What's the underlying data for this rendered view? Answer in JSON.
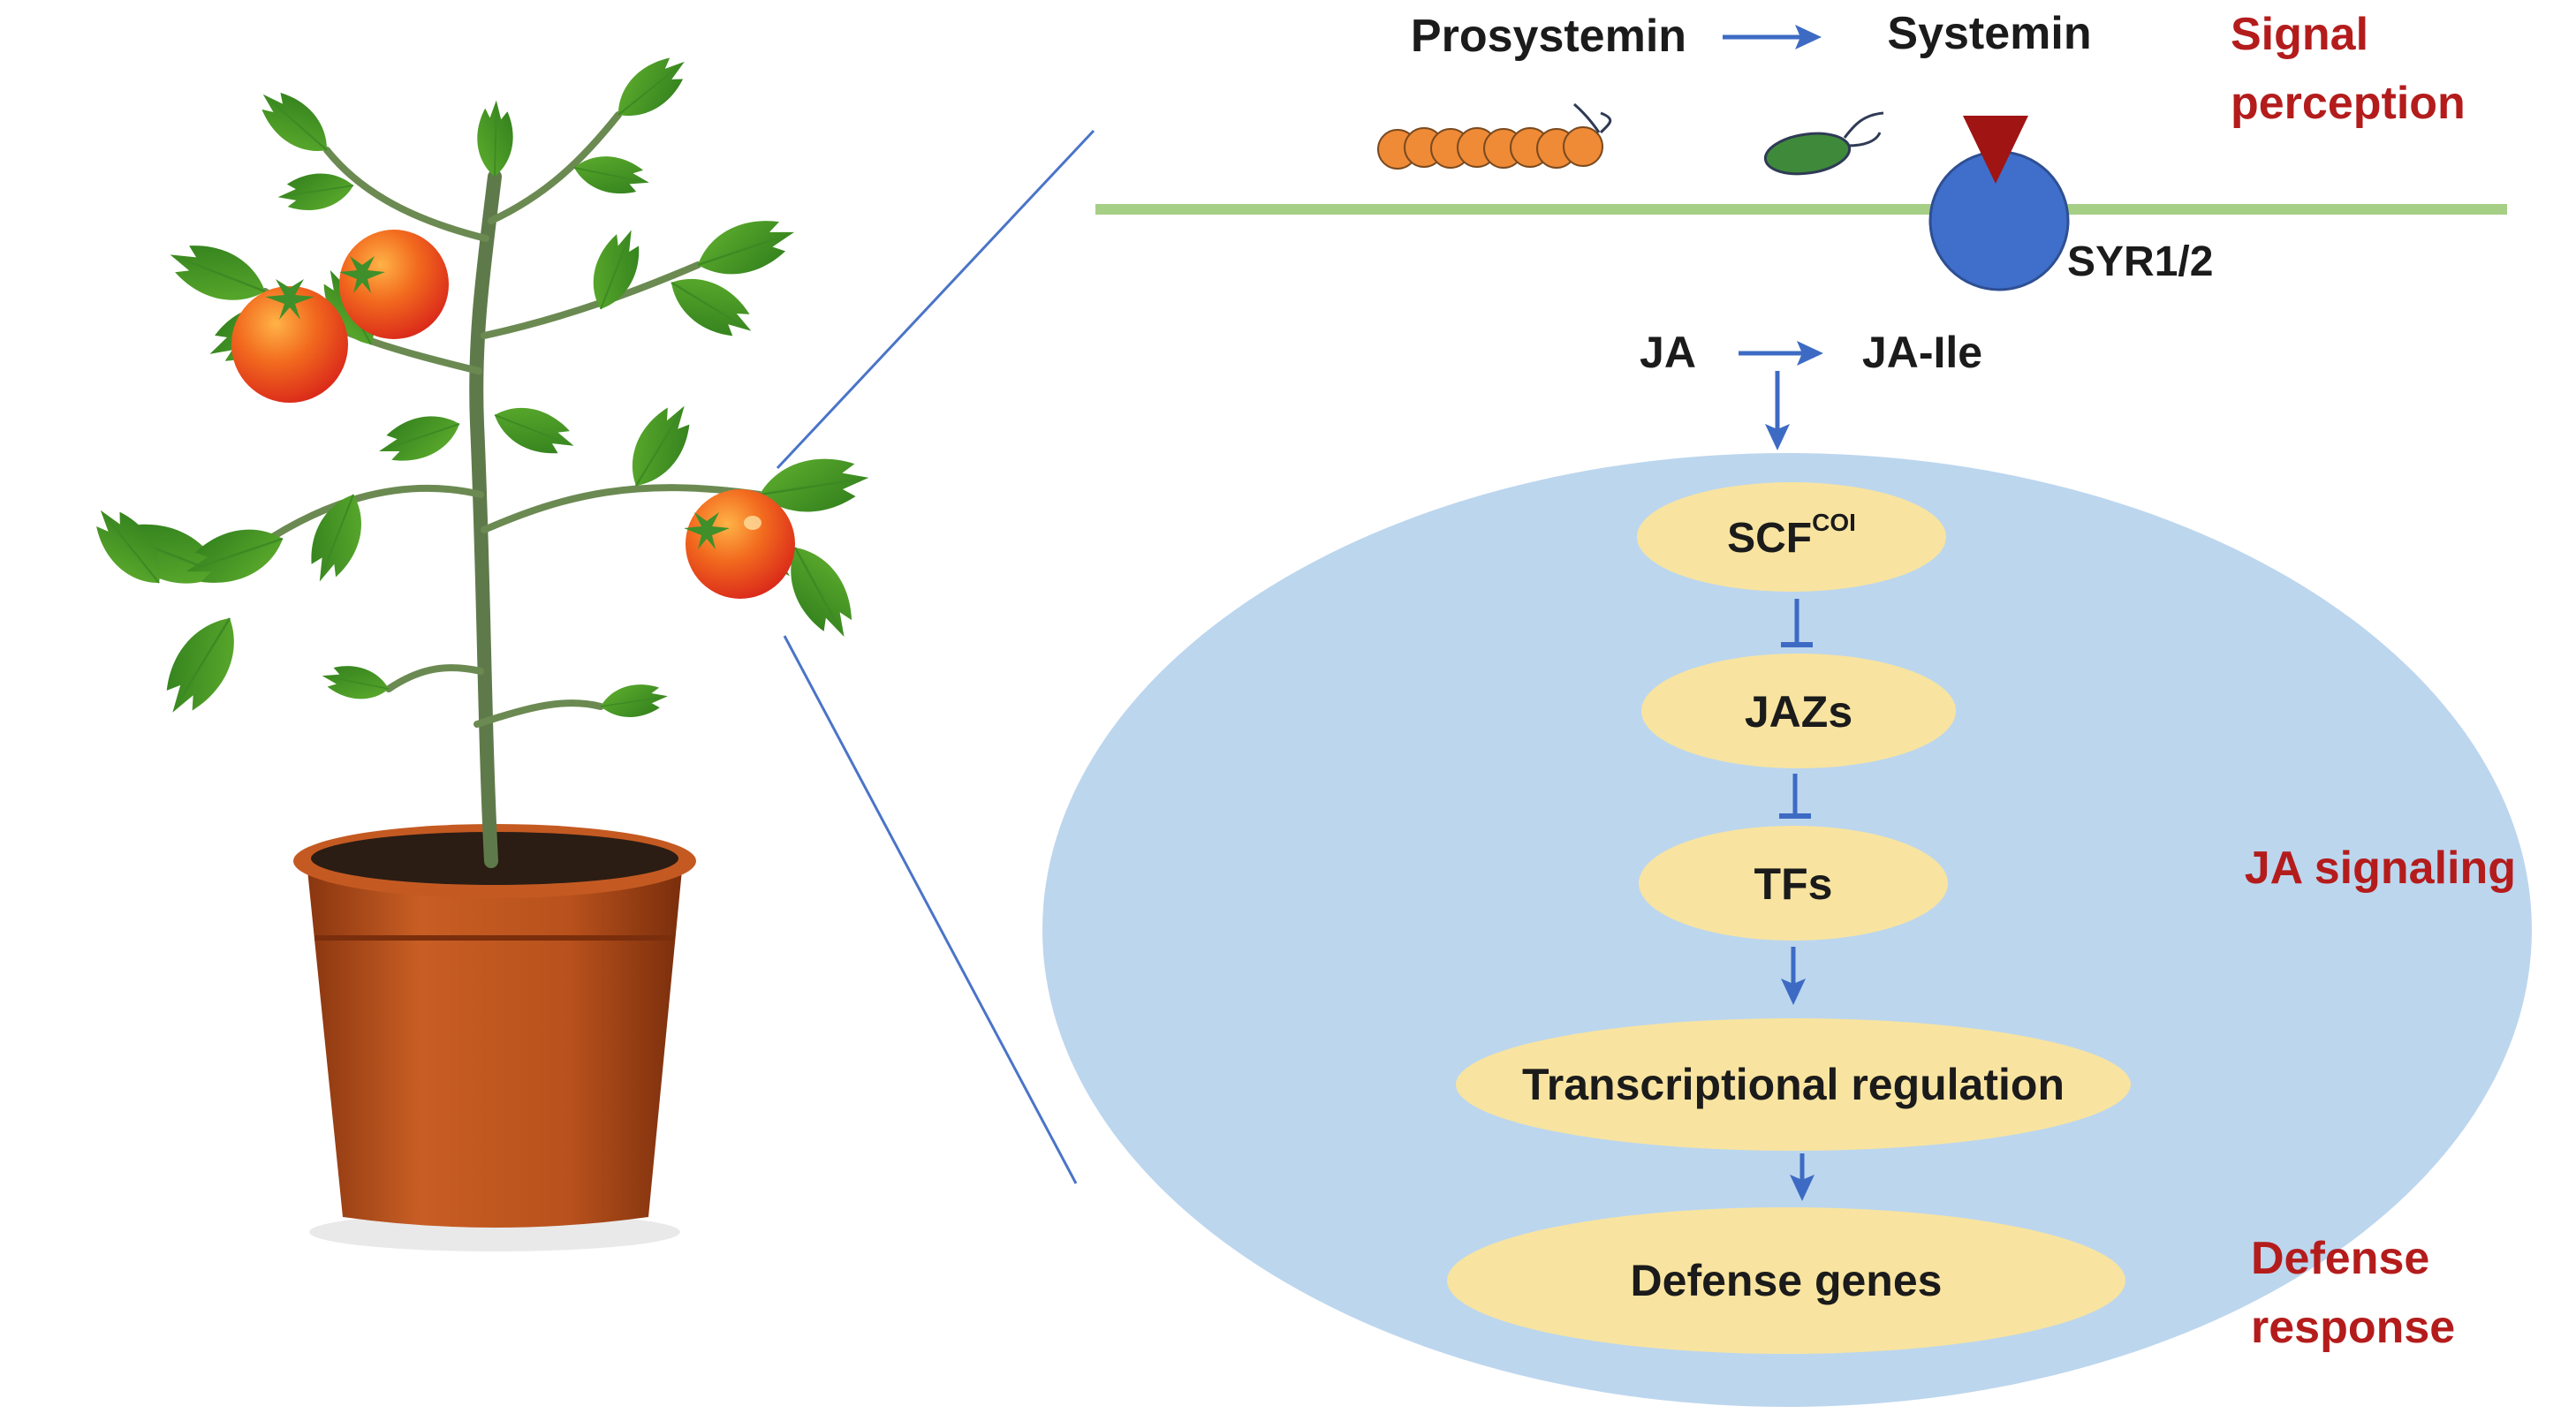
{
  "colors": {
    "membrane": "#a6cf86",
    "arrow": "#3d6bc4",
    "nucleus": "#bcd6ee",
    "node": "#f8e4a0",
    "label": "#1b1b1b",
    "stage": "#b41c1c",
    "receptor": "#3f6fca",
    "ligand": "#a01414",
    "prosystemin": "#ef8a36",
    "systemin": "#3f8a3a"
  },
  "icons": [
    "tomato-plant-illustration",
    "prosystemin-chain-icon",
    "systemin-peptide-icon",
    "syr-receptor-icon"
  ],
  "diagram": {
    "labels": {
      "prosystemin": "Prosystemin",
      "systemin": "Systemin",
      "receptor": "SYR1/2",
      "ja": "JA",
      "ja_ile": "JA-Ile"
    },
    "stages": {
      "perception_line1": "Signal",
      "perception_line2": "perception",
      "signaling": "JA signaling",
      "response_line1": "Defense",
      "response_line2": "response"
    },
    "nodes": {
      "scf": "SCF",
      "scf_sup": "COI",
      "jazs": "JAZs",
      "tfs": "TFs",
      "transcription": "Transcriptional regulation",
      "defense_genes": "Defense genes"
    }
  }
}
